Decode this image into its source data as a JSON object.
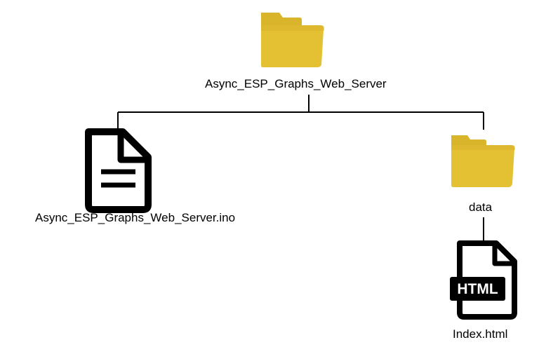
{
  "tree": {
    "root": {
      "label": "Async_ESP_Graphs_Web_Server",
      "icon": "folder-icon",
      "color": "#e3c133"
    },
    "ino_file": {
      "label": "Async_ESP_Graphs_Web_Server.ino",
      "icon": "document-icon"
    },
    "data_folder": {
      "label": "data",
      "icon": "folder-icon",
      "color": "#e3c133"
    },
    "index_file": {
      "label": "Index.html",
      "icon": "html-file-icon",
      "badge": "HTML"
    }
  },
  "colors": {
    "folder": "#e3c133",
    "folder_tab": "#d9b52b",
    "line": "#000000",
    "icon": "#000000",
    "background": "#ffffff"
  }
}
